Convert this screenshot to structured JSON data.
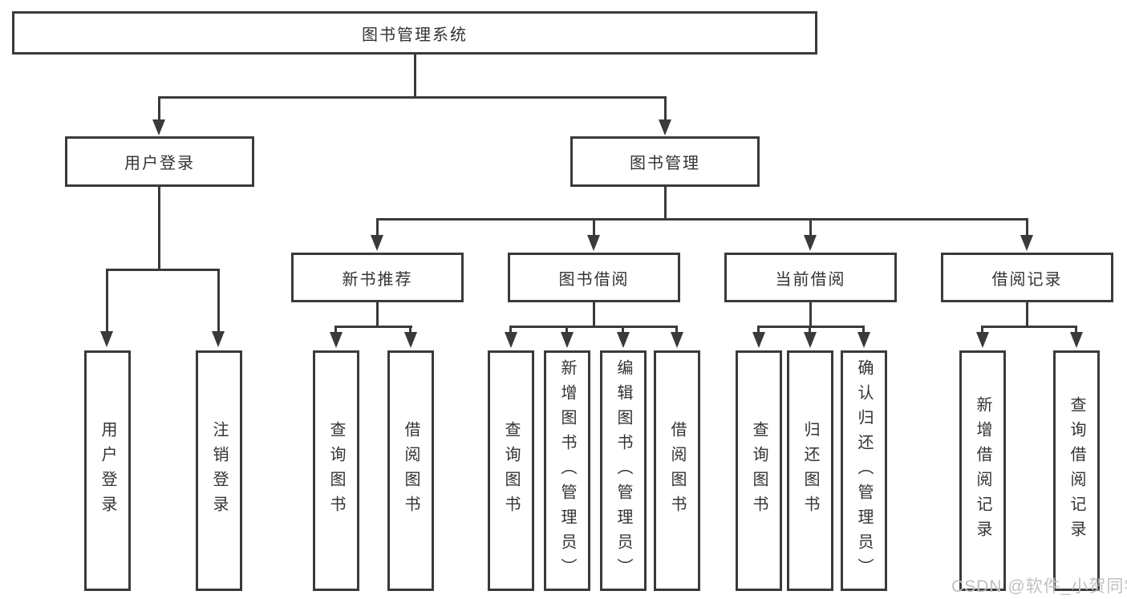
{
  "tree": {
    "label": "图书管理系统",
    "children": [
      {
        "label": "用户登录",
        "children": [
          {
            "label": "用户登录"
          },
          {
            "label": "注销登录"
          }
        ]
      },
      {
        "label": "图书管理",
        "children": [
          {
            "label": "新书推荐",
            "children": [
              {
                "label": "查询图书"
              },
              {
                "label": "借阅图书"
              }
            ]
          },
          {
            "label": "图书借阅",
            "children": [
              {
                "label": "查询图书"
              },
              {
                "label": "新增图书（管理员）"
              },
              {
                "label": "编辑图书（管理员）"
              },
              {
                "label": "借阅图书"
              }
            ]
          },
          {
            "label": "当前借阅",
            "children": [
              {
                "label": "查询图书"
              },
              {
                "label": "归还图书"
              },
              {
                "label": "确认归还（管理员）"
              }
            ]
          },
          {
            "label": "借阅记录",
            "children": [
              {
                "label": "新增借阅记录"
              },
              {
                "label": "查询借阅记录"
              }
            ]
          }
        ]
      }
    ]
  },
  "watermark": {
    "text": "CSDN @软件_小贺同学"
  },
  "colors": {
    "line": "#3a3a3a",
    "text": "#333333",
    "watermark": "#c0c0c0",
    "background": "#ffffff"
  }
}
